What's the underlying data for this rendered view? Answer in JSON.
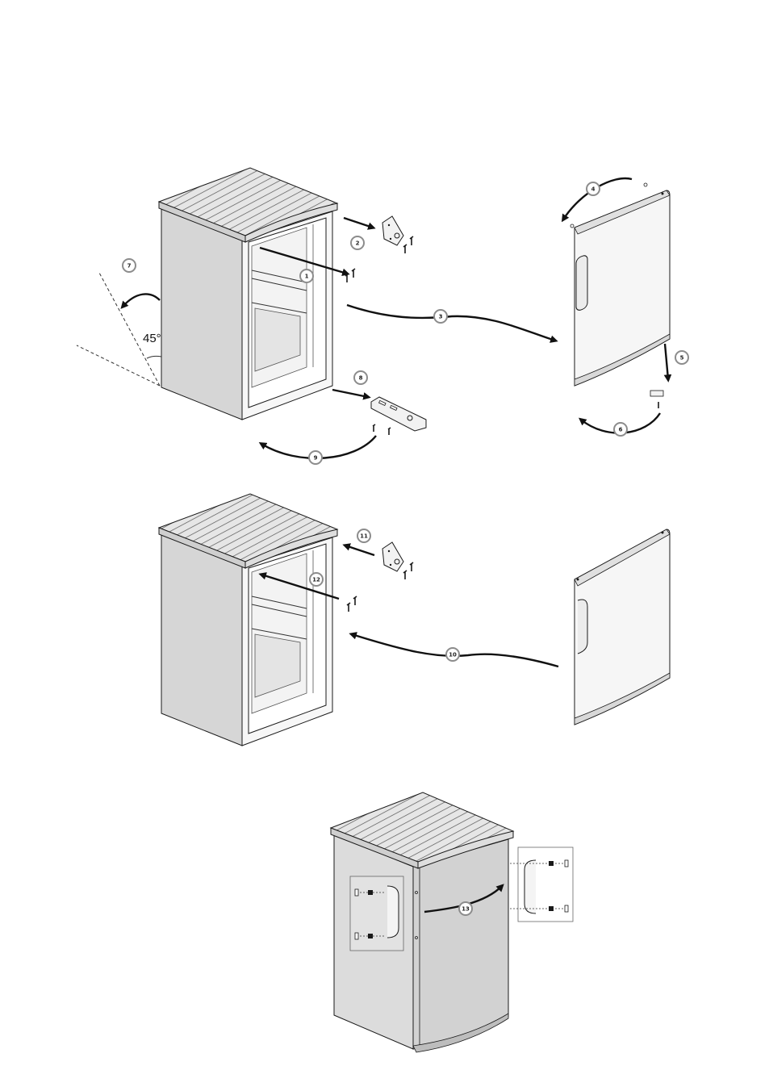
{
  "angle_label": "45°",
  "colors": {
    "line": "#1a1a1a",
    "cabinet_side": "#d9d9d9",
    "cabinet_shadow": "#bdbdbd",
    "door": "#ececec",
    "badge_fill": "#ffffff",
    "badge_ring": "#8c8c8c",
    "arrow": "#111111"
  },
  "steps": [
    {
      "id": "1",
      "label": "1"
    },
    {
      "id": "2",
      "label": "2"
    },
    {
      "id": "3",
      "label": "3"
    },
    {
      "id": "4",
      "label": "4"
    },
    {
      "id": "5",
      "label": "5"
    },
    {
      "id": "6",
      "label": "6"
    },
    {
      "id": "7",
      "label": "7"
    },
    {
      "id": "8",
      "label": "8"
    },
    {
      "id": "9",
      "label": "9"
    },
    {
      "id": "10",
      "label": "10"
    },
    {
      "id": "11",
      "label": "11"
    },
    {
      "id": "12",
      "label": "12"
    },
    {
      "id": "13",
      "label": "13"
    }
  ]
}
